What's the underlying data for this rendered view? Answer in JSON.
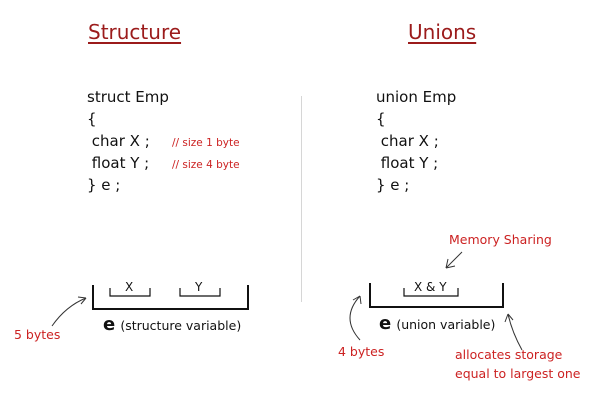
{
  "structure": {
    "title": "Structure",
    "code_lines": [
      "struct Emp",
      "{",
      " char X ;",
      " float Y ;",
      "} e ;"
    ],
    "comments": [
      "// size 1 byte",
      "// size 4 byte"
    ],
    "members": [
      "X",
      "Y"
    ],
    "var_letter": "e",
    "var_desc": "(structure variable)",
    "size_note": "5 bytes"
  },
  "union": {
    "title": "Unions",
    "code_lines": [
      "union Emp",
      "{",
      " char X ;",
      " float Y ;",
      "} e ;"
    ],
    "member_label": "X & Y",
    "var_letter": "e",
    "var_desc": "(union variable)",
    "size_note": "4 bytes",
    "sharing_note": "Memory Sharing",
    "storage_note_line1": "allocates storage",
    "storage_note_line2": "equal to largest one"
  },
  "colors": {
    "title": "#9b1b1b",
    "annotation": "#cc2222",
    "text": "#111111",
    "divider": "#d6d6d6"
  }
}
